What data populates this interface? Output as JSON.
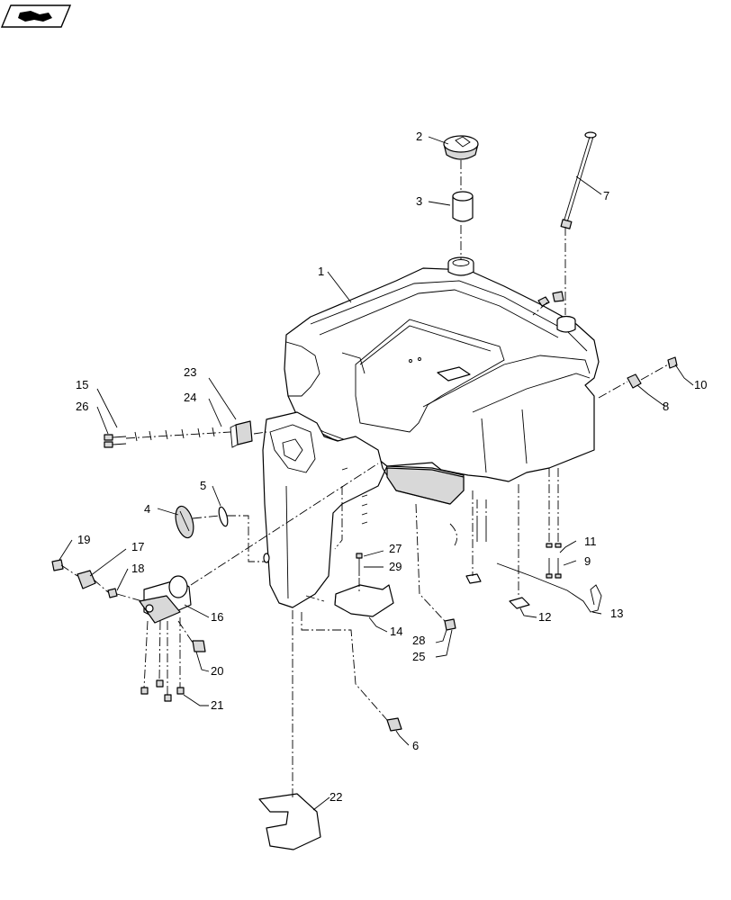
{
  "colors": {
    "line": "#000000",
    "background": "#ffffff",
    "shade": "#d8d8d8"
  },
  "icons": {
    "corner": "book-icon"
  },
  "callouts": [
    {
      "label": "1"
    },
    {
      "label": "2"
    },
    {
      "label": "3"
    },
    {
      "label": "4"
    },
    {
      "label": "5"
    },
    {
      "label": "6"
    },
    {
      "label": "7"
    },
    {
      "label": "8"
    },
    {
      "label": "9"
    },
    {
      "label": "10"
    },
    {
      "label": "11"
    },
    {
      "label": "12"
    },
    {
      "label": "13"
    },
    {
      "label": "14"
    },
    {
      "label": "15"
    },
    {
      "label": "16"
    },
    {
      "label": "17"
    },
    {
      "label": "18"
    },
    {
      "label": "19"
    },
    {
      "label": "20"
    },
    {
      "label": "21"
    },
    {
      "label": "22"
    },
    {
      "label": "23"
    },
    {
      "label": "24"
    },
    {
      "label": "25"
    },
    {
      "label": "26"
    },
    {
      "label": "27"
    },
    {
      "label": "28"
    },
    {
      "label": "29"
    }
  ]
}
